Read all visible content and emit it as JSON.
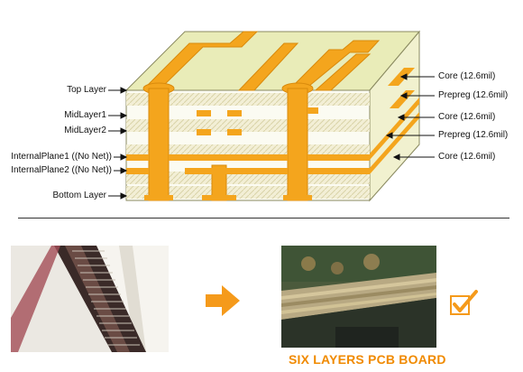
{
  "diagram": {
    "left_labels": [
      "Top Layer",
      "MidLayer1",
      "MidLayer2",
      "InternalPlane1 ((No Net))",
      "InternalPlane2 ((No Net))",
      "Bottom Layer"
    ],
    "right_labels": [
      "Core (12.6mil)",
      "Prepreg (12.6mil)",
      "Core (12.6mil)",
      "Prepreg (12.6mil)",
      "Core (12.6mil)"
    ],
    "colors": {
      "board_top": "#e9ecb8",
      "board_front": "#fbfbf2",
      "dielectric": "#efeacb",
      "copper": "#f4a51d",
      "copper_dark": "#d98a0c",
      "outline": "#8a8a60"
    }
  },
  "bottom": {
    "caption": "SIX LAYERS PCB BOARD",
    "arrow_icon": "orange-right-arrow",
    "check_icon": "orange-checkmark"
  }
}
